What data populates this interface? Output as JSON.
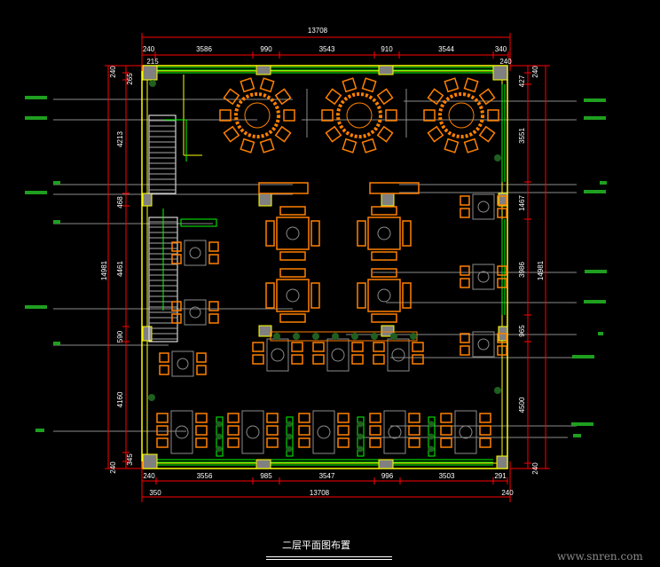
{
  "drawing": {
    "title": "二层平面图布置",
    "watermark": "www.snren.com"
  },
  "dimensions": {
    "top_overall": "13708",
    "top_segments": [
      "240",
      "3586",
      "990",
      "3543",
      "910",
      "3544",
      "340"
    ],
    "top_offset_left": "215",
    "top_offset_right": "240",
    "bottom_overall": "13708",
    "bottom_segments": [
      "240",
      "3556",
      "985",
      "3547",
      "996",
      "3503",
      "291"
    ],
    "bottom_offset_left": "350",
    "bottom_offset_right": "240",
    "left_overall": "14981",
    "left_segments": [
      "240",
      "265",
      "4213",
      "468",
      "4461",
      "590",
      "4160",
      "345",
      "240"
    ],
    "right_overall": "14981",
    "right_segments": [
      "240",
      "427",
      "3551",
      "1467",
      "3986",
      "965",
      "4500",
      "240"
    ]
  },
  "colors": {
    "wall": "#ffff00",
    "column": "#808080",
    "dimension": "#ff0000",
    "furniture": "#ff8000",
    "window": "#00ff00",
    "leader": "#8c8c8c",
    "plant": "#1f5f1f",
    "label": "#1f9f1f"
  }
}
